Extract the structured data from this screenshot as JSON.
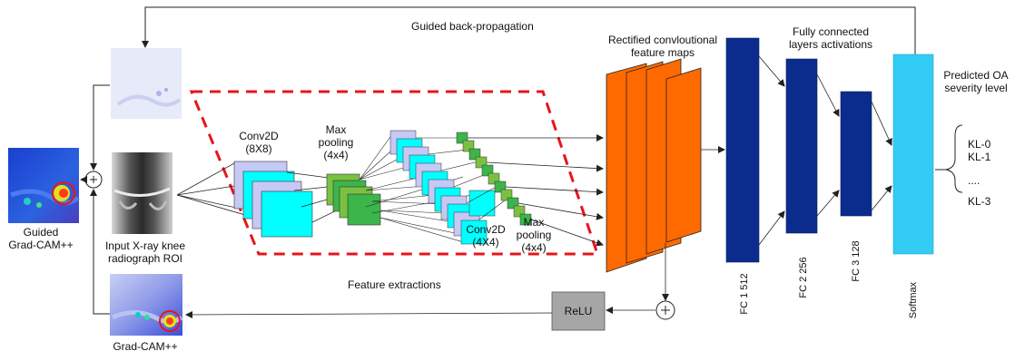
{
  "labels": {
    "guided_backprop": "Guided back-propagation",
    "rectified_line1": "Rectified  convloutional",
    "rectified_line2": "feature maps",
    "fc_title_line1": "Fully connected",
    "fc_title_line2": "layers activations",
    "predicted_line1": "Predicted OA",
    "predicted_line2": "severity level",
    "conv2d_8_line1": "Conv2D",
    "conv2d_8_line2": "(8X8)",
    "maxpool1_line1": "Max",
    "maxpool1_line2": "pooling",
    "maxpool1_line3": "(4x4)",
    "conv2d_4_line1": "Conv2D",
    "conv2d_4_line2": "(4X4)",
    "maxpool2_line1": "Max",
    "maxpool2_line2": "pooling",
    "maxpool2_line3": "(4x4)",
    "input_line1": "Input X-ray knee",
    "input_line2": "radiograph ROI",
    "guided_gradcam_line1": "Guided",
    "guided_gradcam_line2": "Grad-CAM++",
    "gradcam": "Grad-CAM++",
    "feature_extractions": "Feature extractions",
    "relu": "ReLU",
    "fc1": "FC 1 512",
    "fc2": "FC 2 256",
    "fc3": "FC 3 128",
    "softmax": "Softmax",
    "plus_symbol": "+"
  },
  "kl_levels": [
    "KL-0",
    "KL-1",
    "....",
    "KL-3"
  ],
  "colors": {
    "orange": "#ff6a00",
    "navy": "#0b2c8c",
    "softmax": "#33ccf5",
    "cyan": "#00ffff",
    "lavender": "#c6c8f5",
    "green_dark": "#3cb54a",
    "green_mid": "#7ac142",
    "dashed_red": "#e8141b",
    "relu_gray": "#a6a6a6"
  }
}
